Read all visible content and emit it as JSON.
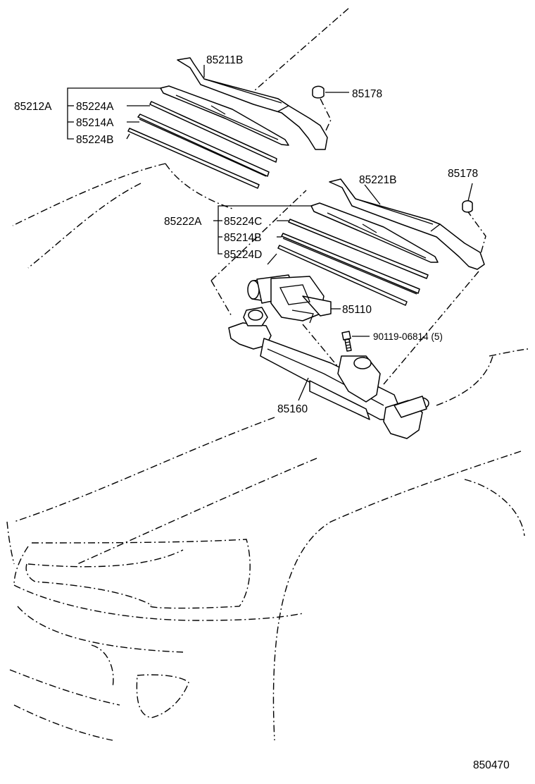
{
  "labels": {
    "p85211B": "85211B",
    "p85178a": "85178",
    "p85212A": "85212A",
    "p85224A": "85224A",
    "p85214A": "85214A",
    "p85224B": "85224B",
    "p85221B": "85221B",
    "p85178b": "85178",
    "p85222A": "85222A",
    "p85224C": "85224C",
    "p85214B": "85214B",
    "p85224D": "85224D",
    "p85110": "85110",
    "bolt": "90119-06814 (5)",
    "p85160": "85160",
    "figure_no": "850470"
  }
}
